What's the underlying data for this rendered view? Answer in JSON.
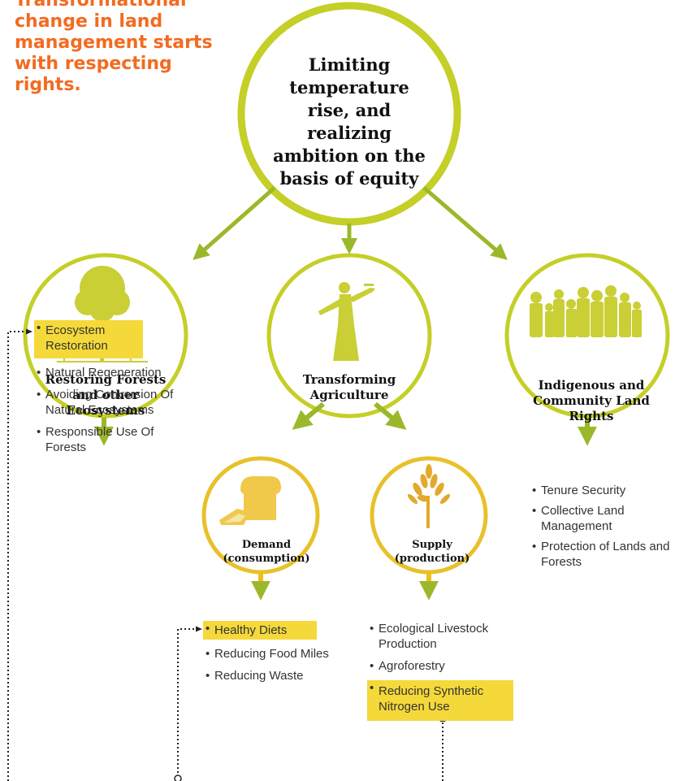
{
  "headline": "Transformational change in land management starts with respecting rights.",
  "main_circle": {
    "title": "Limiting temperature rise, and realizing ambition on the basis of equity"
  },
  "forests": {
    "title": "Restoring Forests and other Ecosystems",
    "items": [
      "Ecosystem Restoration",
      "Natural Regeneration",
      "Avoiding Conversion Of Natural Ecosystems",
      "Responsible Use Of Forests"
    ]
  },
  "agriculture": {
    "title": "Transforming Agriculture"
  },
  "rights": {
    "title": "Indigenous and Community Land Rights",
    "items": [
      "Tenure Security",
      "Collective Land Management",
      "Protection of Lands and Forests"
    ]
  },
  "demand": {
    "title": "Demand (consumption)",
    "items": [
      "Healthy Diets",
      "Reducing Food Miles",
      "Reducing Waste"
    ]
  },
  "supply": {
    "title": "Supply (production)",
    "items": [
      "Ecological Livestock Production",
      "Agroforestry",
      "Reducing Synthetic Nitrogen Use"
    ]
  },
  "colors": {
    "headline": "#f26b21",
    "circle_stroke": "#c4cf27",
    "arrow": "#9bb82a",
    "small_circle_stroke": "#e8c12a",
    "yellow_arrow": "#f2be1a",
    "highlight": "#f5d93a",
    "silhouette": "#c9cf35",
    "bread": "#f0c84a",
    "wheat": "#e2a92c",
    "dotted": "#222222"
  }
}
